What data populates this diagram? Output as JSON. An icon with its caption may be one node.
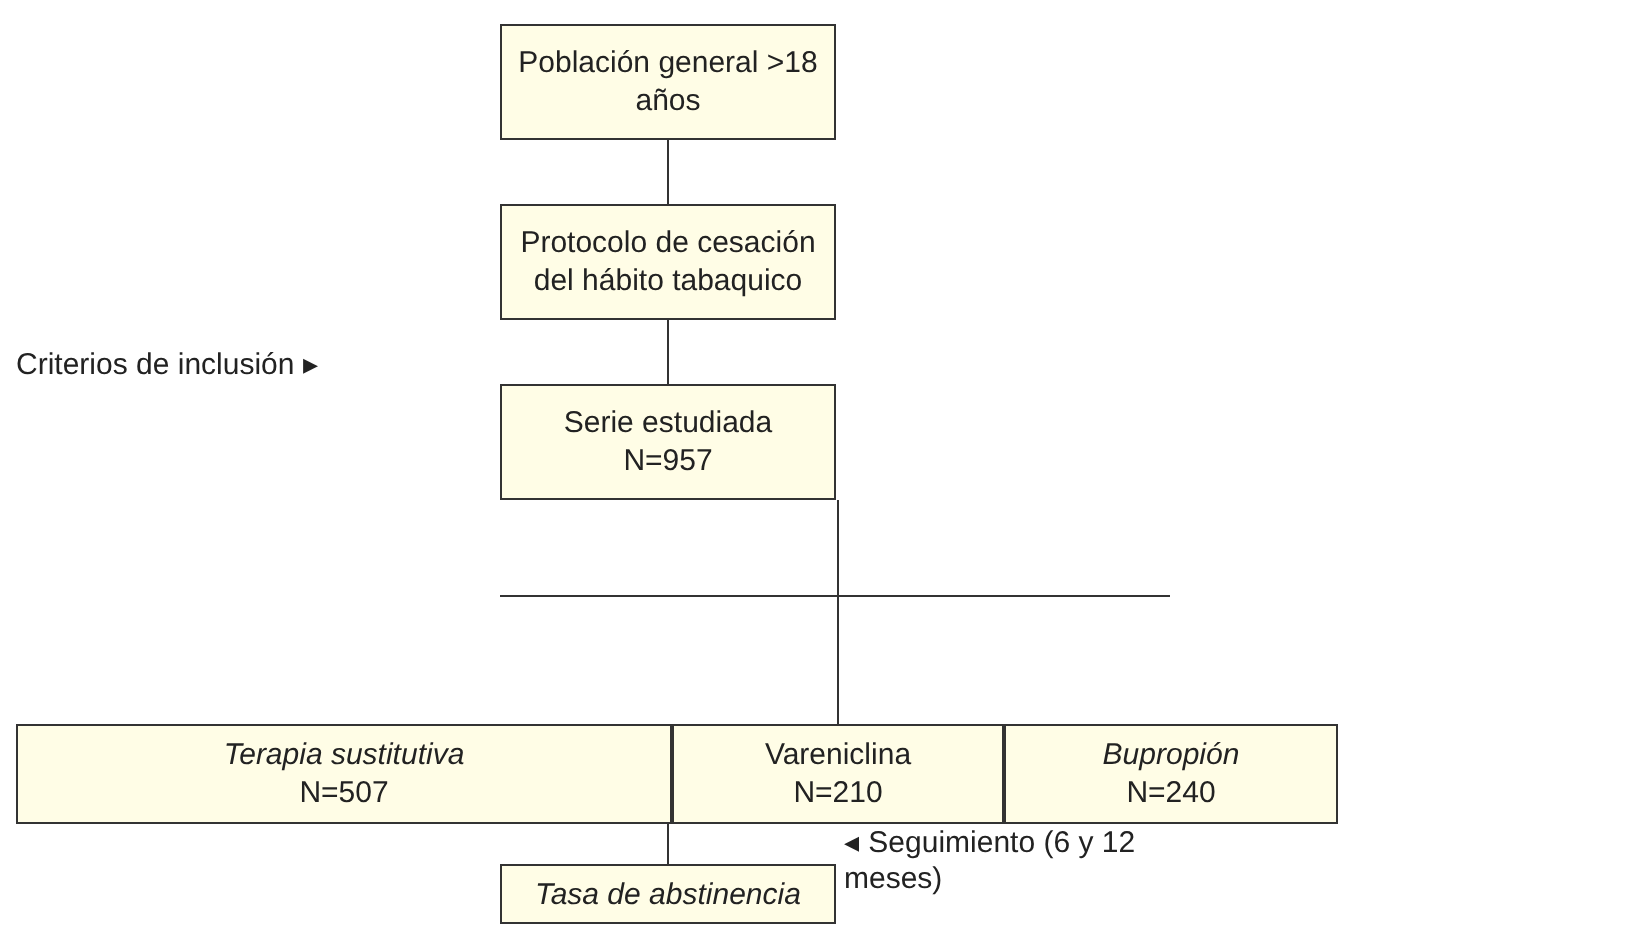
{
  "diagram": {
    "nodes": [
      {
        "text": [
          "Población general >18 años"
        ]
      },
      {
        "text": [
          "Protocolo de cesación del hábito tabaquico"
        ]
      },
      {
        "text": [
          "Serie estudiada",
          "N=957"
        ]
      },
      {
        "text": [
          "*Terapia sustitutiva*",
          "N=507"
        ]
      },
      {
        "text": [
          "Vareniclina",
          "N=210"
        ]
      },
      {
        "text": [
          "*Bupropión*",
          "N=240"
        ]
      },
      {
        "text": [
          "*Tasa de abstinencia*"
        ]
      }
    ],
    "edges": [
      {
        "from": 0,
        "to": 1,
        "arrow": "none"
      },
      {
        "from": 1,
        "to": 2,
        "arrow": "none"
      },
      {
        "from": 2,
        "to": 4,
        "arrow": "none"
      },
      {
        "from": 4,
        "to": 6,
        "arrow": "none"
      }
    ],
    "labels": [
      "Criterios de inclusión ▸",
      "◂ Seguimiento (6 y 12 meses)"
    ]
  }
}
